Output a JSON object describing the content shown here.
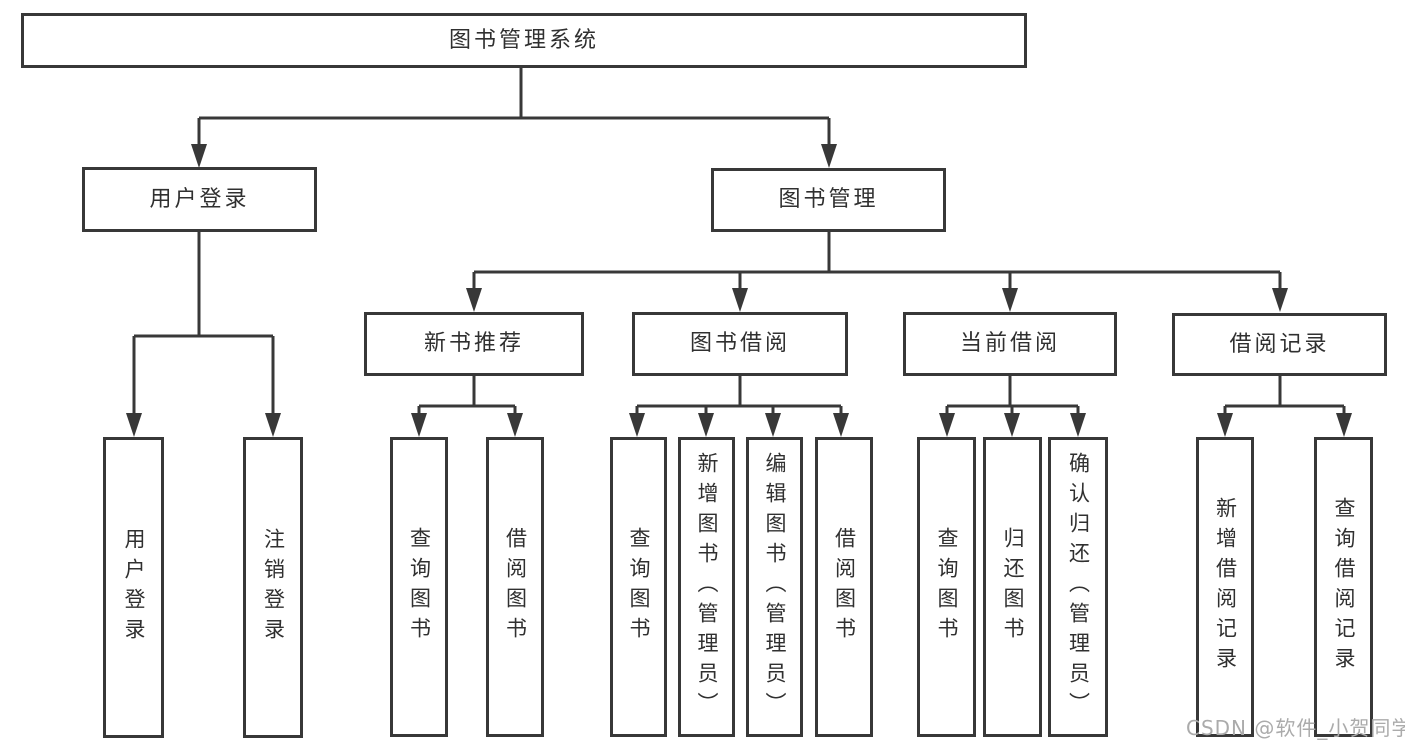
{
  "diagram": {
    "type": "tree",
    "root": {
      "label": "图书管理系统"
    },
    "level2": [
      {
        "label": "用户登录",
        "parent": "图书管理系统"
      },
      {
        "label": "图书管理",
        "parent": "图书管理系统"
      }
    ],
    "level3": [
      {
        "label": "新书推荐",
        "parent": "图书管理"
      },
      {
        "label": "图书借阅",
        "parent": "图书管理"
      },
      {
        "label": "当前借阅",
        "parent": "图书管理"
      },
      {
        "label": "借阅记录",
        "parent": "图书管理"
      }
    ],
    "leaves": [
      {
        "label": "用户登录",
        "parent": "用户登录"
      },
      {
        "label": "注销登录",
        "parent": "用户登录"
      },
      {
        "label": "查询图书",
        "parent": "新书推荐"
      },
      {
        "label": "借阅图书",
        "parent": "新书推荐"
      },
      {
        "label": "查询图书",
        "parent": "图书借阅"
      },
      {
        "label": "新增图书（管理员）",
        "parent": "图书借阅"
      },
      {
        "label": "编辑图书（管理员）",
        "parent": "图书借阅"
      },
      {
        "label": "借阅图书",
        "parent": "图书借阅"
      },
      {
        "label": "查询图书",
        "parent": "当前借阅"
      },
      {
        "label": "归还图书",
        "parent": "当前借阅"
      },
      {
        "label": "确认归还（管理员）",
        "parent": "当前借阅"
      },
      {
        "label": "新增借阅记录",
        "parent": "借阅记录"
      },
      {
        "label": "查询借阅记录",
        "parent": "借阅记录"
      }
    ],
    "watermark": {
      "label": "CSDN @软件_小贺同学"
    },
    "colors": {
      "line": "#383838",
      "text": "#303030",
      "watermark": "#ababab",
      "background": "#ffffff"
    }
  }
}
